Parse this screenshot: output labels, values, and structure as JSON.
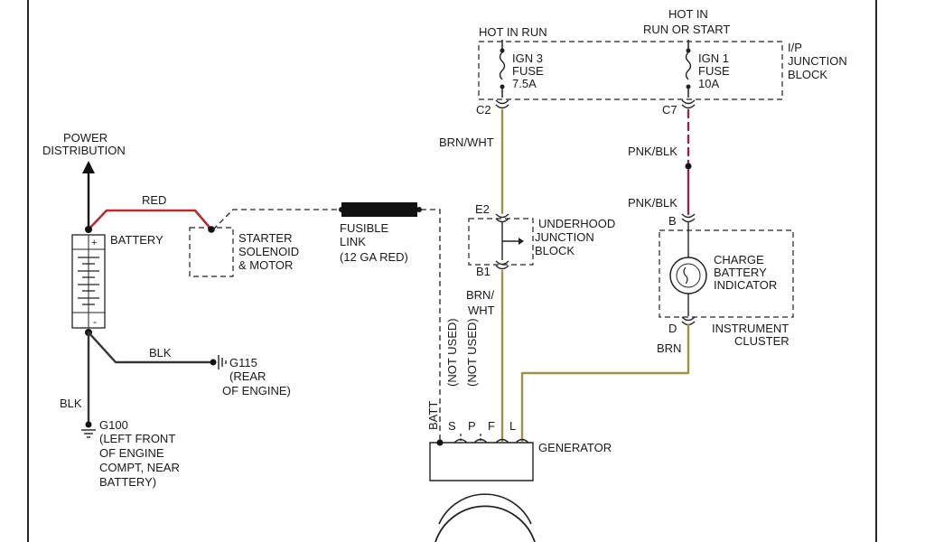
{
  "colors": {
    "red_wire": "#b03030",
    "olive_wire": "#9b9346",
    "pink_wire": "#8a2b45",
    "black_wire": "#222222",
    "dash": "#222222"
  },
  "fuses": {
    "hot_in_run": "HOT IN RUN",
    "hot_in_run_or_start_1": "HOT IN",
    "hot_in_run_or_start_2": "RUN OR START",
    "ign3_line1": "IGN 3",
    "ign3_line2": "FUSE",
    "ign3_line3": "7.5A",
    "ign1_line1": "IGN 1",
    "ign1_line2": "FUSE",
    "ign1_line3": "10A",
    "ip_block_1": "I/P",
    "ip_block_2": "JUNCTION",
    "ip_block_3": "BLOCK",
    "c2": "C2",
    "c7": "C7"
  },
  "power": {
    "line1": "POWER",
    "line2": "DISTRIBUTION"
  },
  "battery": {
    "label": "BATTERY",
    "plus": "+",
    "minus": "-"
  },
  "wires": {
    "red": "RED",
    "blk_g115": "BLK",
    "blk_g100": "BLK",
    "brn_wht_top": "BRN/WHT",
    "brn_wht_1": "BRN/",
    "brn_wht_2": "WHT",
    "pnk_blk_1": "PNK/BLK",
    "pnk_blk_2": "PNK/BLK",
    "brn": "BRN"
  },
  "starter": {
    "line1": "STARTER",
    "line2": "SOLENOID",
    "line3": "& MOTOR"
  },
  "fusible_link": {
    "line1": "FUSIBLE",
    "line2": "LINK",
    "line3": "(12 GA RED)"
  },
  "grounds": {
    "g115_1": "G115",
    "g115_2": "(REAR",
    "g115_3": "OF ENGINE)",
    "g100_1": "G100",
    "g100_2": "(LEFT FRONT",
    "g100_3": "OF ENGINE",
    "g100_4": "COMPT, NEAR",
    "g100_5": "BATTERY)"
  },
  "underhood": {
    "line1": "UNDERHOOD",
    "line2": "JUNCTION",
    "line3": "BLOCK",
    "e2": "E2",
    "b1": "B1"
  },
  "cluster": {
    "line1": "CHARGE",
    "line2": "BATTERY",
    "line3": "INDICATOR",
    "b": "B",
    "d": "D",
    "name1": "INSTRUMENT",
    "name2": "CLUSTER"
  },
  "generator": {
    "label": "GENERATOR",
    "batt": "BATT",
    "s": "S",
    "p": "P",
    "f": "F",
    "l": "L",
    "not_used_1": "(NOT USED)",
    "not_used_2": "(NOT USED)"
  }
}
